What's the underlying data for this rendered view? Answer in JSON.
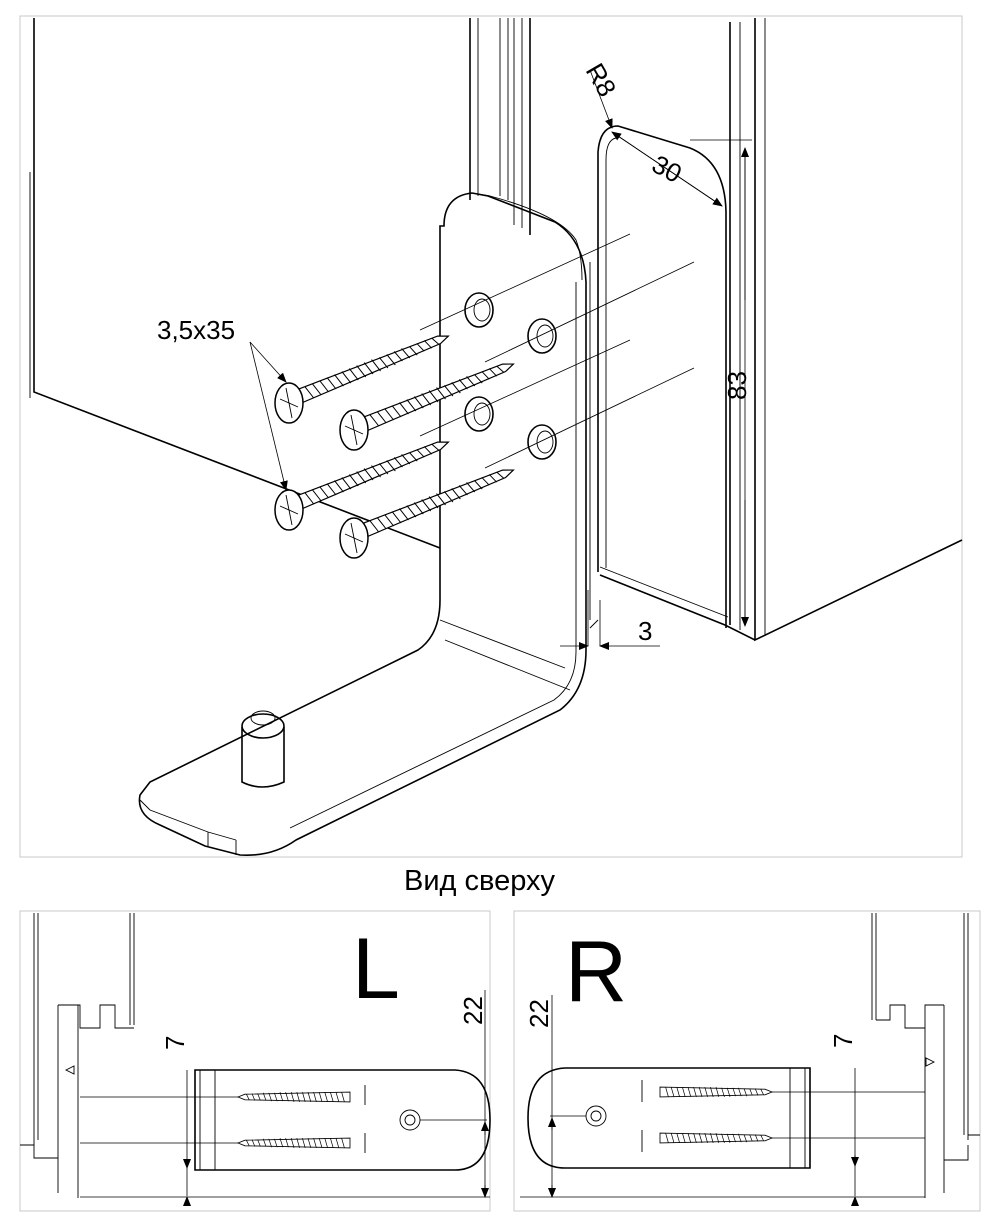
{
  "labels": {
    "screw_spec": "3,5x35",
    "radius": "R8",
    "width": "30",
    "height": "83",
    "gap": "3",
    "top_view_title": "Вид сверху",
    "left_letter": "L",
    "right_letter": "R",
    "depth": "22",
    "offset": "7"
  }
}
